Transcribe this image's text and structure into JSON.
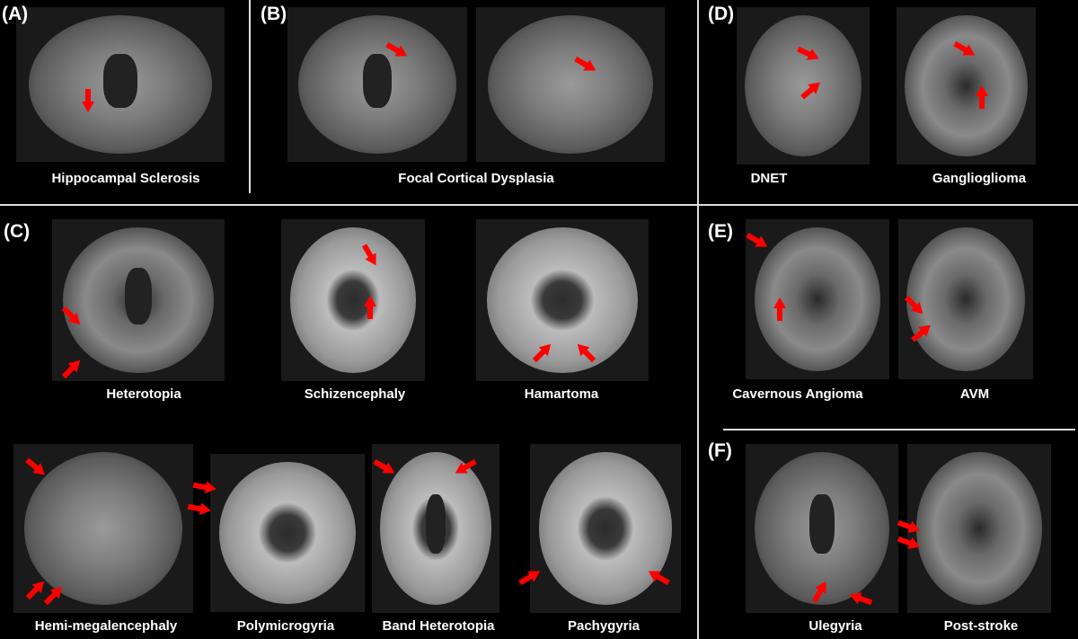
{
  "panels": {
    "A": {
      "letter": "(A)",
      "captions": [
        "Hippocampal Sclerosis"
      ]
    },
    "B": {
      "letter": "(B)",
      "captions": [
        "Focal Cortical Dysplasia"
      ]
    },
    "C": {
      "letter": "(C)",
      "captions": [
        "Heterotopia",
        "Schizencephaly",
        "Hamartoma",
        "Hemi-megalencephaly",
        "Polymicrogyria",
        "Band Heterotopia",
        "Pachygyria"
      ]
    },
    "D": {
      "letter": "(D)",
      "captions": [
        "DNET",
        "Ganglioglioma"
      ]
    },
    "E": {
      "letter": "(E)",
      "captions": [
        "Cavernous Angioma",
        "AVM"
      ]
    },
    "F": {
      "letter": "(F)",
      "captions": [
        "Ulegyria",
        "Post-stroke"
      ]
    }
  },
  "colors": {
    "background": "#000000",
    "arrow": "#ff0000",
    "divider": "#dddddd",
    "text": "#ffffff"
  }
}
